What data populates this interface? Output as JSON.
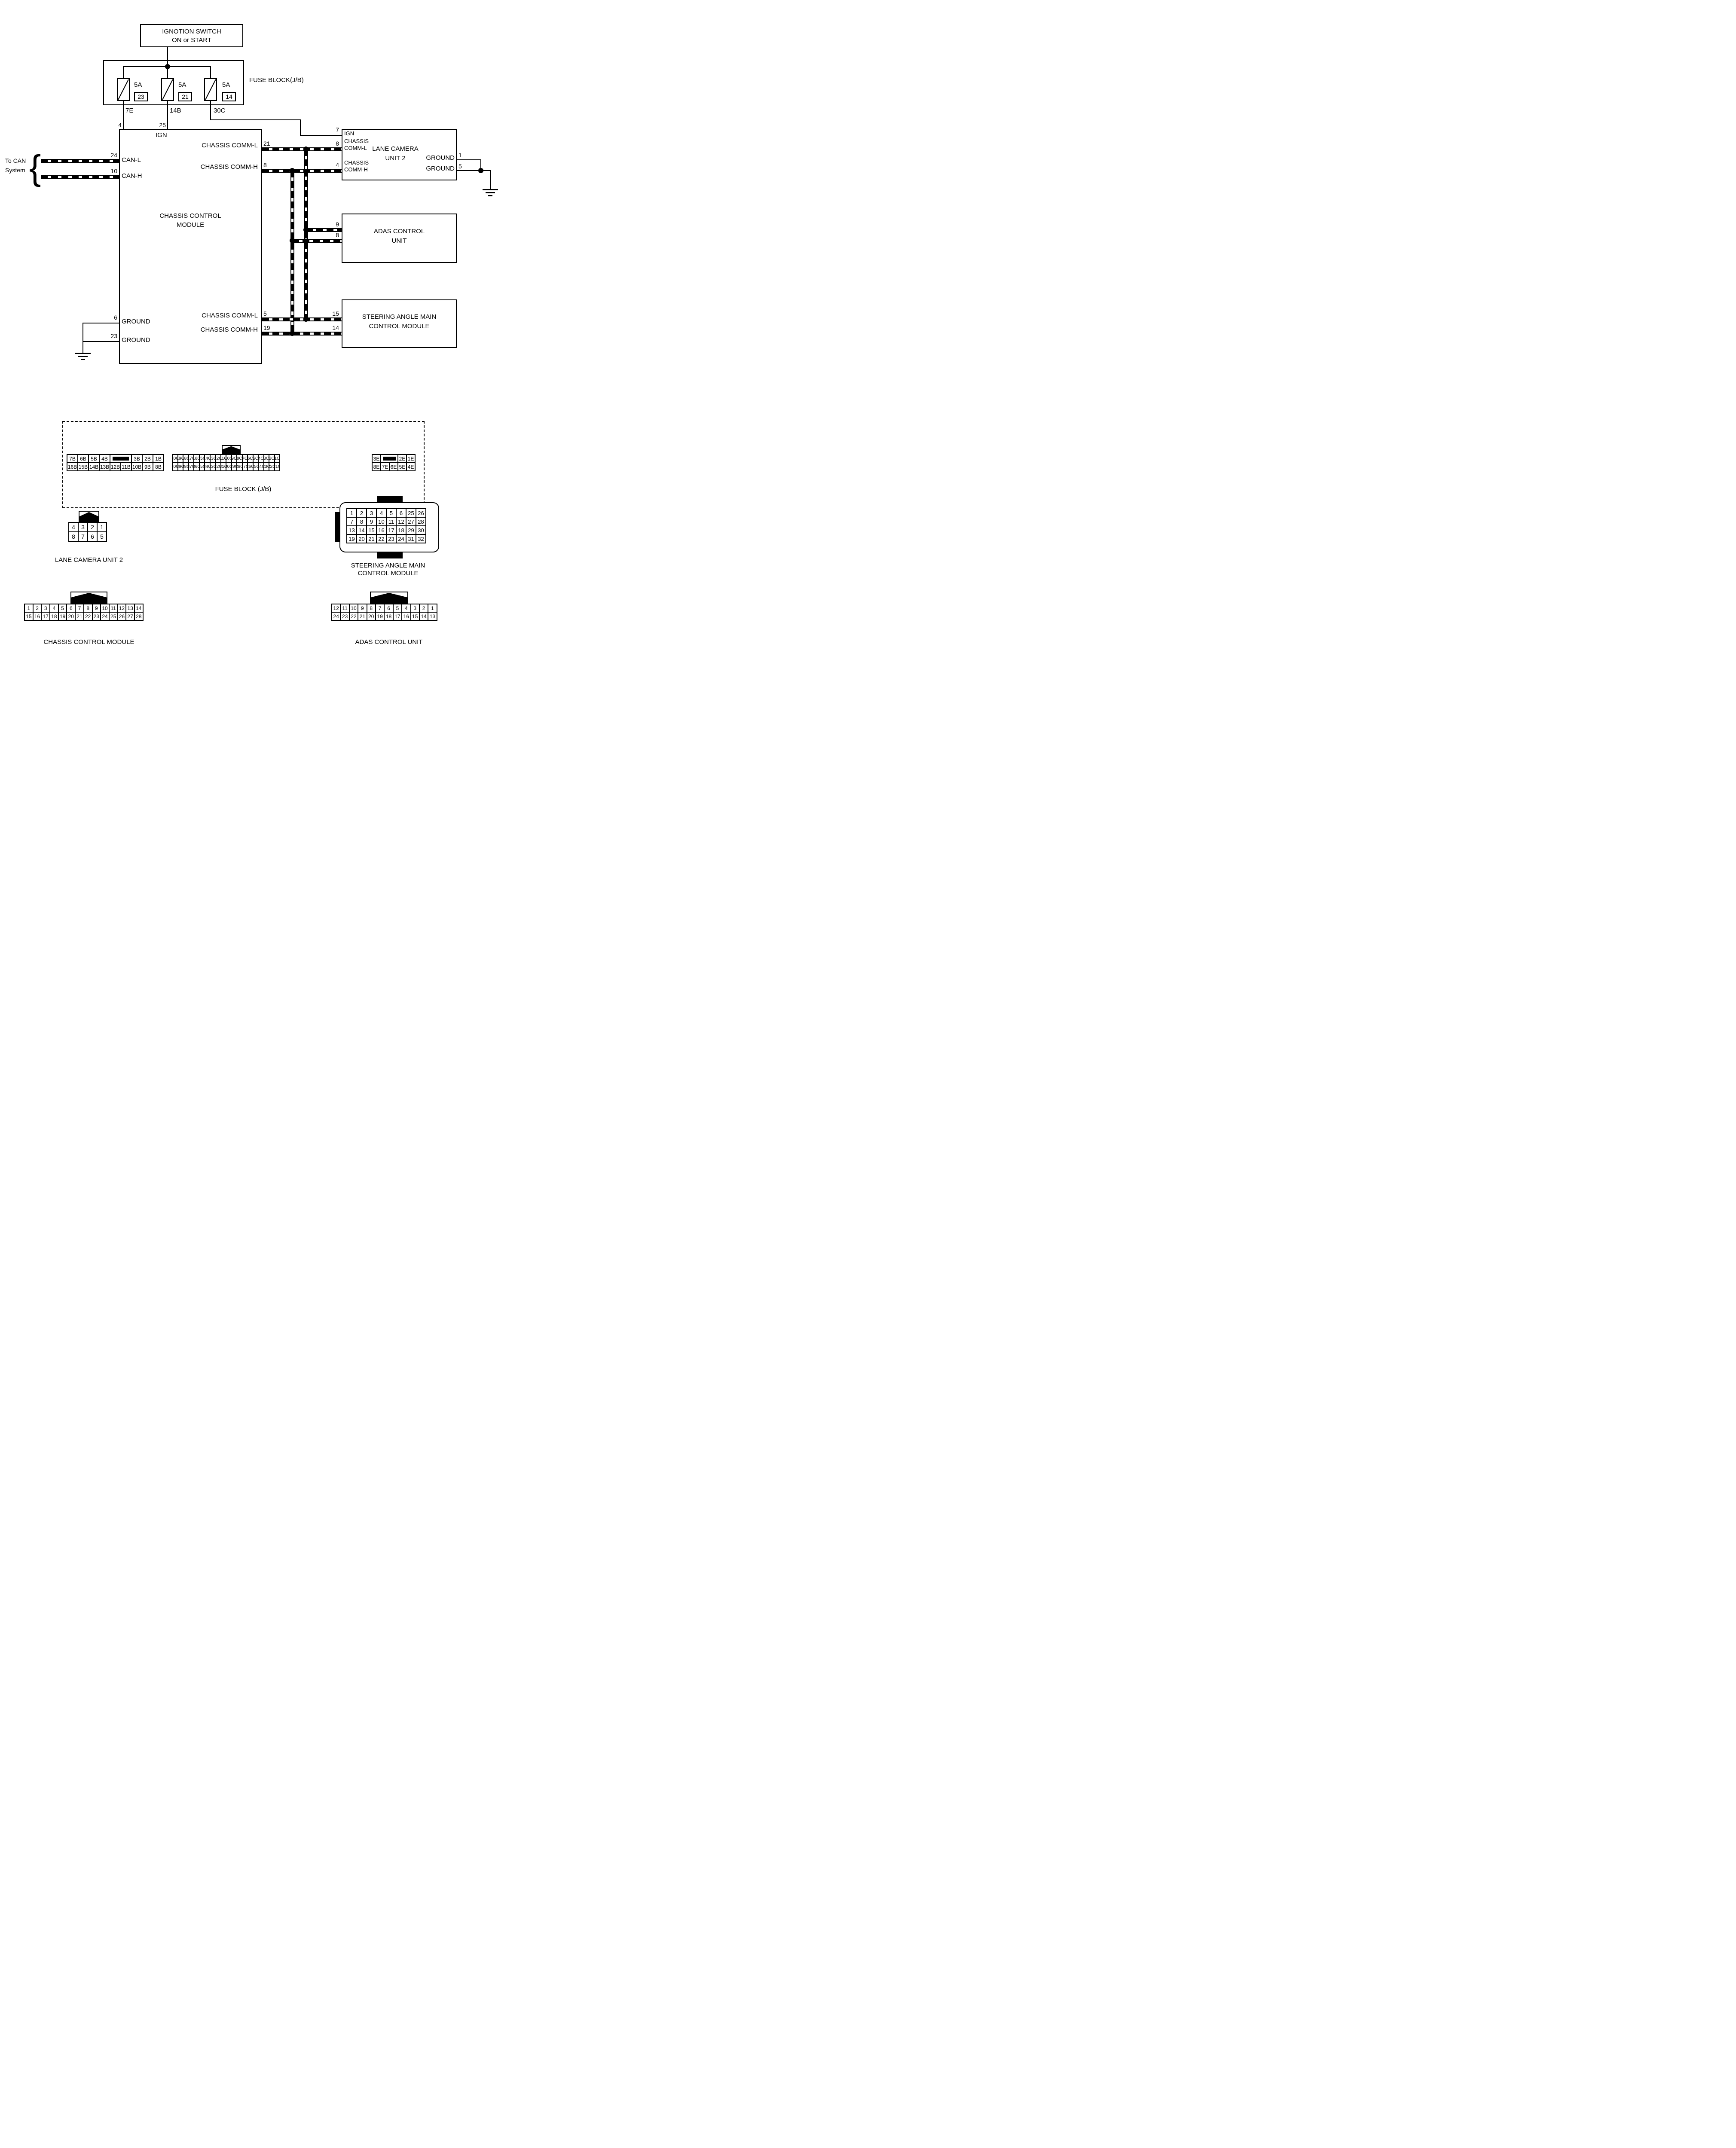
{
  "ignition_switch": {
    "line1": "IGNOTION SWITCH",
    "line2": "ON or START"
  },
  "fuse_block": {
    "label": "FUSE BLOCK(J/B)",
    "fuse1": {
      "rating": "5A",
      "id": "23",
      "wire": "7E"
    },
    "fuse2": {
      "rating": "5A",
      "id": "21",
      "wire": "14B"
    },
    "fuse3": {
      "rating": "5A",
      "id": "14",
      "wire": "30C"
    }
  },
  "can": {
    "line1": "To CAN",
    "line2": "System"
  },
  "chassis": {
    "title1": "CHASSIS CONTROL",
    "title2": "MODULE",
    "ign": "IGN",
    "pin_ign1": "4",
    "pin_ign2": "25",
    "can_l": "CAN-L",
    "pin_can_l": "24",
    "can_h": "CAN-H",
    "pin_can_h": "10",
    "comm_l": "CHASSIS COMM-L",
    "pin_comm_l_top": "21",
    "comm_h": "CHASSIS COMM-H",
    "pin_comm_h_top": "8",
    "pin_comm_l_bot": "5",
    "pin_comm_h_bot": "19",
    "ground": "GROUND",
    "pin_gnd1": "6",
    "pin_gnd2": "23"
  },
  "lane_camera": {
    "title1": "LANE CAMERA",
    "title2": "UNIT 2",
    "ign": "IGN",
    "pin_ign": "7",
    "comm_l1": "CHASSIS",
    "comm_l2": "COMM-L",
    "pin_comm_l": "8",
    "comm_h1": "CHASSIS",
    "comm_h2": "COMM-H",
    "pin_comm_h": "4",
    "ground": "GROUND",
    "pin_gnd1": "1",
    "pin_gnd2": "5"
  },
  "adas": {
    "title1": "ADAS CONTROL",
    "title2": "UNIT",
    "pin_comm_l": "9",
    "pin_comm_h": "8"
  },
  "steering": {
    "title1": "STEERING ANGLE MAIN",
    "title2": "CONTROL MODULE",
    "pin_comm_l": "15",
    "pin_comm_h": "14"
  },
  "connectors": {
    "fuse_block_label": "FUSE BLOCK (J/B)",
    "b_rows": [
      [
        "7B",
        "6B",
        "5B",
        "4B",
        {
          "black": true,
          "span": 2
        },
        "3B",
        "2B",
        "1B"
      ],
      [
        "16B",
        "15B",
        "14B",
        "13B",
        "12B",
        "11B",
        "10B",
        "9B",
        "8B"
      ]
    ],
    "c_rows": [
      [
        "20C",
        "19C",
        "18C",
        "17C",
        "16C",
        "15C",
        "14C",
        "13C",
        "12C",
        "11C",
        "10C",
        "9C",
        "8C",
        "7C",
        "6C",
        "5C",
        "4C",
        "3C",
        "2C",
        "1C"
      ],
      [
        "40C",
        "39C",
        "38C",
        "37C",
        "36C",
        "35C",
        "34C",
        "33C",
        "32C",
        "31C",
        "30C",
        "29C",
        "28C",
        "27C",
        "26C",
        "25C",
        "24C",
        "23C",
        "22C",
        "21C"
      ]
    ],
    "e_rows": [
      [
        "3E",
        {
          "black": true,
          "span": 2
        },
        "2E",
        "1E"
      ],
      [
        "8E",
        "7E",
        "6E",
        "5E",
        "4E"
      ]
    ],
    "lane": {
      "label": "LANE CAMERA UNIT 2",
      "rows": [
        [
          "4",
          "3",
          "2",
          "1"
        ],
        [
          "8",
          "7",
          "6",
          "5"
        ]
      ]
    },
    "steering": {
      "label1": "STEERING ANGLE MAIN",
      "label2": "CONTROL MODULE",
      "rows": [
        [
          "1",
          "2",
          "3",
          "4",
          "5",
          "6",
          "25",
          "26"
        ],
        [
          "7",
          "8",
          "9",
          "10",
          "11",
          "12",
          "27",
          "28"
        ],
        [
          "13",
          "14",
          "15",
          "16",
          "17",
          "18",
          "29",
          "30"
        ],
        [
          "19",
          "20",
          "21",
          "22",
          "23",
          "24",
          "31",
          "32"
        ]
      ]
    },
    "chassis": {
      "label": "CHASSIS CONTROL MODULE",
      "rows": [
        [
          "1",
          "2",
          "3",
          "4",
          "5",
          "6",
          "7",
          "8",
          "9",
          "10",
          "11",
          "12",
          "13",
          "14"
        ],
        [
          "15",
          "16",
          "17",
          "18",
          "19",
          "20",
          "21",
          "22",
          "23",
          "24",
          "25",
          "26",
          "27",
          "28"
        ]
      ]
    },
    "adas": {
      "label": "ADAS CONTROL UNIT",
      "rows": [
        [
          "12",
          "11",
          "10",
          "9",
          "8",
          "7",
          "6",
          "5",
          "4",
          "3",
          "2",
          "1"
        ],
        [
          "24",
          "23",
          "22",
          "21",
          "20",
          "19",
          "18",
          "17",
          "16",
          "15",
          "14",
          "13"
        ]
      ]
    }
  }
}
